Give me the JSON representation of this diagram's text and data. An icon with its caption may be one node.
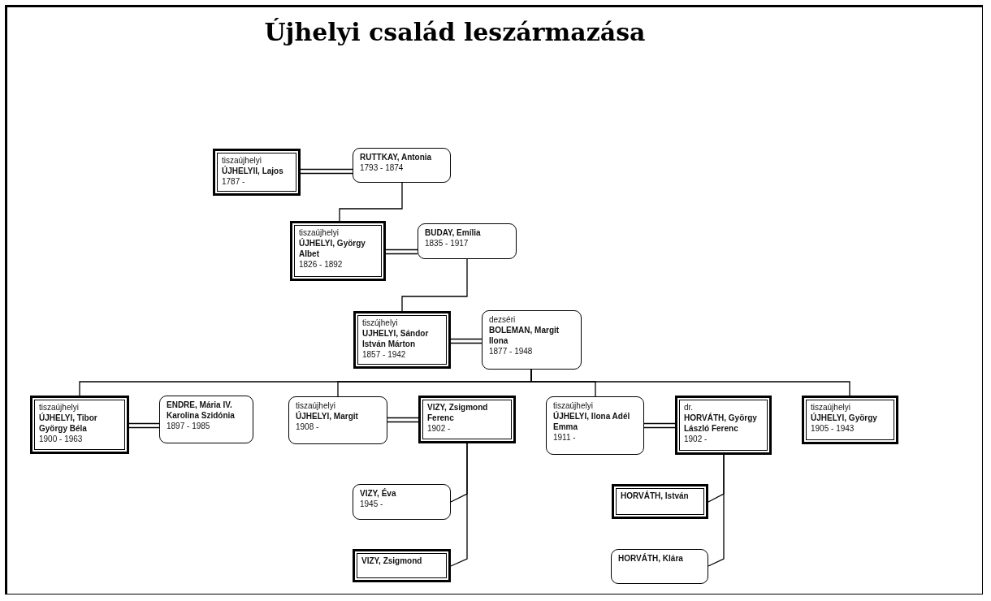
{
  "diagram": {
    "title": "Újhelyi család leszármazása",
    "nodes": [
      {
        "text": [
          "tiszaújhelyi",
          "ÚJHELYII, Lajos",
          "1787 -"
        ]
      },
      {
        "text": [
          "RUTTKAY, Antonia",
          "1793 - 1874"
        ]
      },
      {
        "text": [
          "tiszaújhelyi",
          "ÚJHELYI, György Albet",
          "1826 - 1892"
        ]
      },
      {
        "text": [
          "BUDAY, Emília",
          "1835 - 1917"
        ]
      },
      {
        "text": [
          "tiszújhelyi",
          "UJHELYI, Sándor István Márton",
          "1857 - 1942"
        ]
      },
      {
        "text": [
          "dezséri",
          "BOLEMAN, Margit Ilona",
          "1877 - 1948"
        ]
      },
      {
        "text": [
          "tiszaújhelyi",
          "ÚJHELYI, Tibor György Béla",
          "1900 - 1963"
        ]
      },
      {
        "text": [
          "ENDRE, Mária IV. Karolina Szidónia",
          "1897 - 1985"
        ]
      },
      {
        "text": [
          "tiszaújhelyi",
          "ÚJHELYI, Margit",
          "1908 -"
        ]
      },
      {
        "text": [
          "VIZY, Zsigmond Ferenc",
          "1902 -"
        ]
      },
      {
        "text": [
          "tiszaújhelyi",
          "ÚJHELYI, Ilona Adél Emma",
          "1911 -"
        ]
      },
      {
        "text": [
          "dr.",
          "HORVÁTH, György László Ferenc",
          "1902 -"
        ]
      },
      {
        "text": [
          "tiszaújhelyi",
          "ÚJHELYI, György",
          "1905 - 1943"
        ]
      },
      {
        "text": [
          "VIZY, Éva",
          "1945 -"
        ]
      },
      {
        "text": [
          "VIZY, Zsigmond"
        ]
      },
      {
        "text": [
          "HORVÁTH, István"
        ]
      },
      {
        "text": [
          "HORVÁTH, Klára"
        ]
      }
    ],
    "edges": [
      {
        "from": 0,
        "to": 1,
        "arrow": "none"
      },
      {
        "from": 1,
        "to": 2,
        "arrow": "none"
      },
      {
        "from": 2,
        "to": 3,
        "arrow": "none"
      },
      {
        "from": 3,
        "to": 4,
        "arrow": "none"
      },
      {
        "from": 4,
        "to": 5,
        "arrow": "none"
      },
      {
        "from": 5,
        "to": 6,
        "arrow": "none"
      },
      {
        "from": 5,
        "to": 8,
        "arrow": "none"
      },
      {
        "from": 5,
        "to": 10,
        "arrow": "none"
      },
      {
        "from": 5,
        "to": 12,
        "arrow": "none"
      },
      {
        "from": 6,
        "to": 7,
        "arrow": "none"
      },
      {
        "from": 8,
        "to": 9,
        "arrow": "none"
      },
      {
        "from": 10,
        "to": 11,
        "arrow": "none"
      },
      {
        "from": 9,
        "to": 13,
        "arrow": "none"
      },
      {
        "from": 9,
        "to": 14,
        "arrow": "none"
      },
      {
        "from": 11,
        "to": 15,
        "arrow": "none"
      },
      {
        "from": 11,
        "to": 16,
        "arrow": "none"
      }
    ]
  }
}
